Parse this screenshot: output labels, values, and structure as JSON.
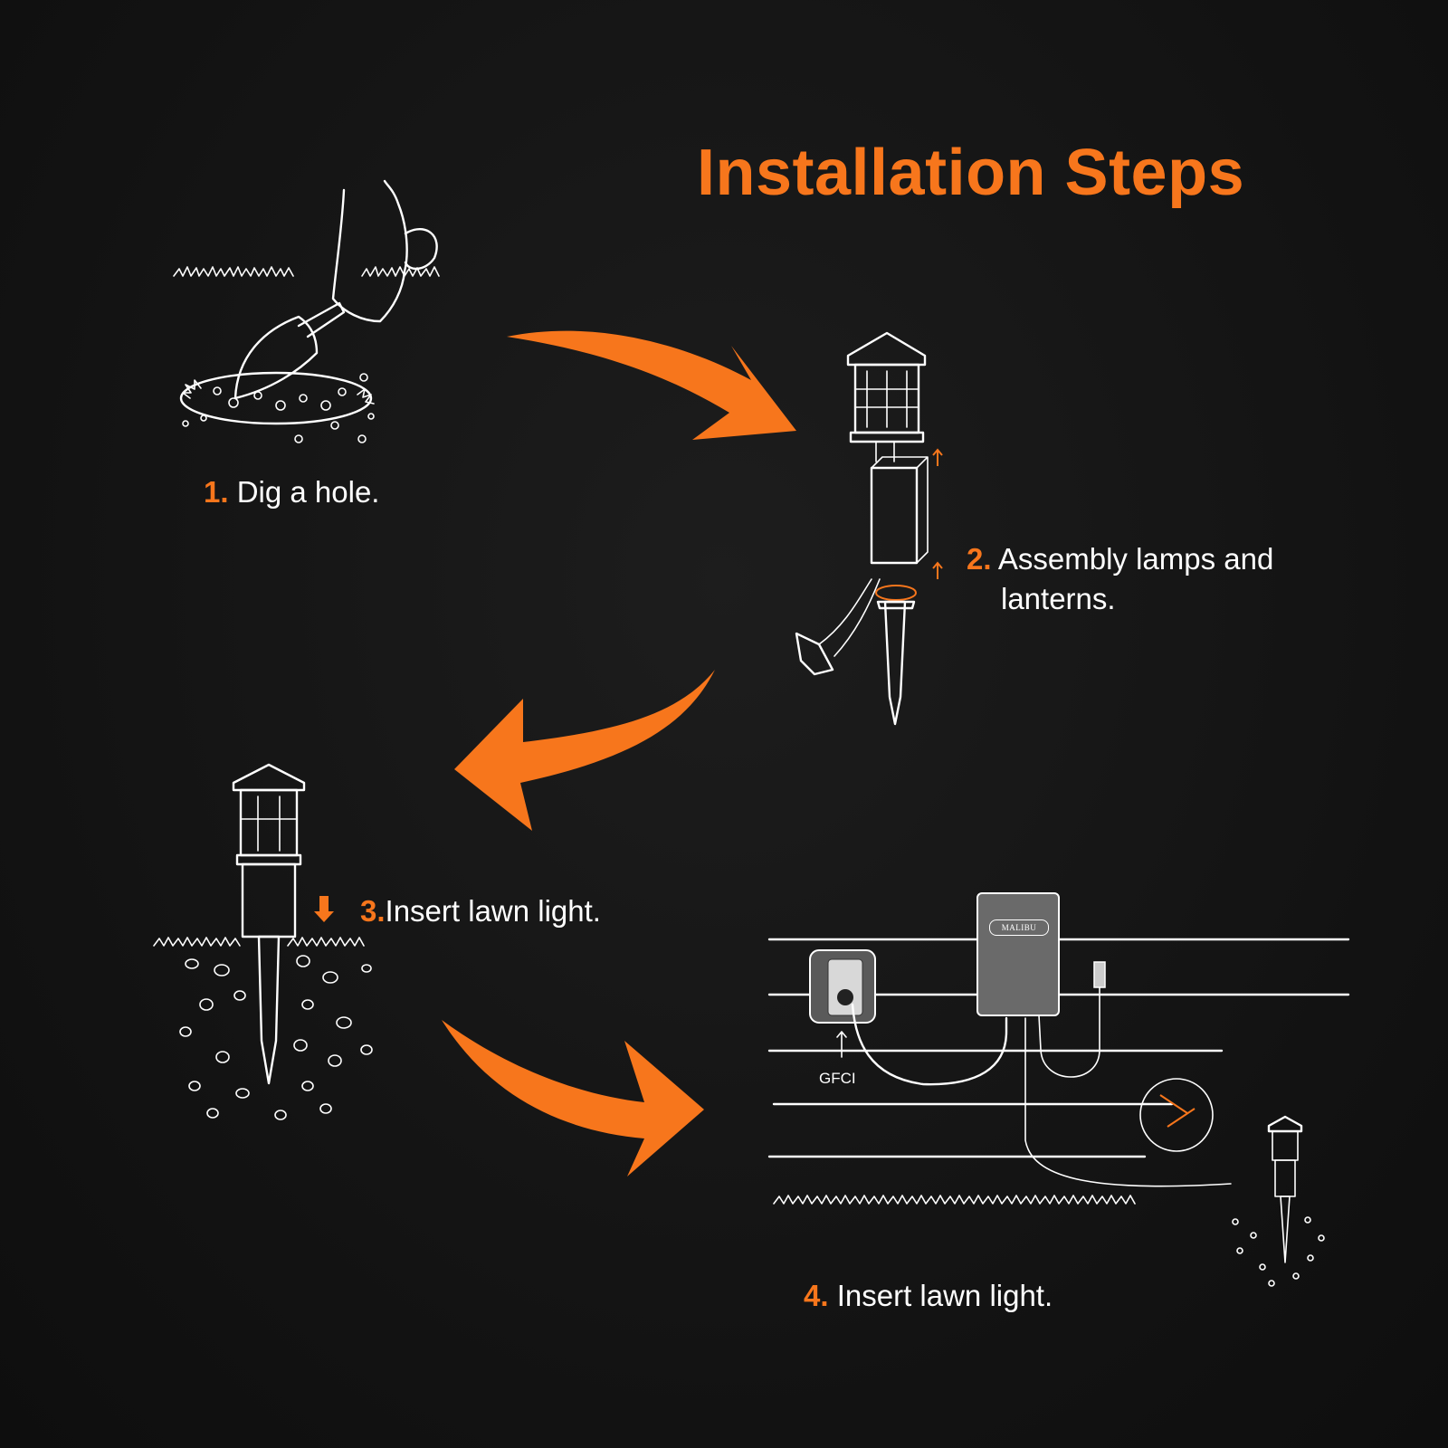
{
  "title": "Installation Steps",
  "steps": [
    {
      "num": "1.",
      "text": "Dig a hole."
    },
    {
      "num": "2.",
      "text_line1": "Assembly lamps and",
      "text_line2": "lanterns."
    },
    {
      "num": "3.",
      "text": "Insert lawn light."
    },
    {
      "num": "4.",
      "text": "Insert lawn light."
    }
  ],
  "labels": {
    "gfci": "GFCI",
    "brand": "MALIBU"
  },
  "colors": {
    "accent": "#f7761c",
    "background": "#141414",
    "line_art": "#ffffff"
  }
}
